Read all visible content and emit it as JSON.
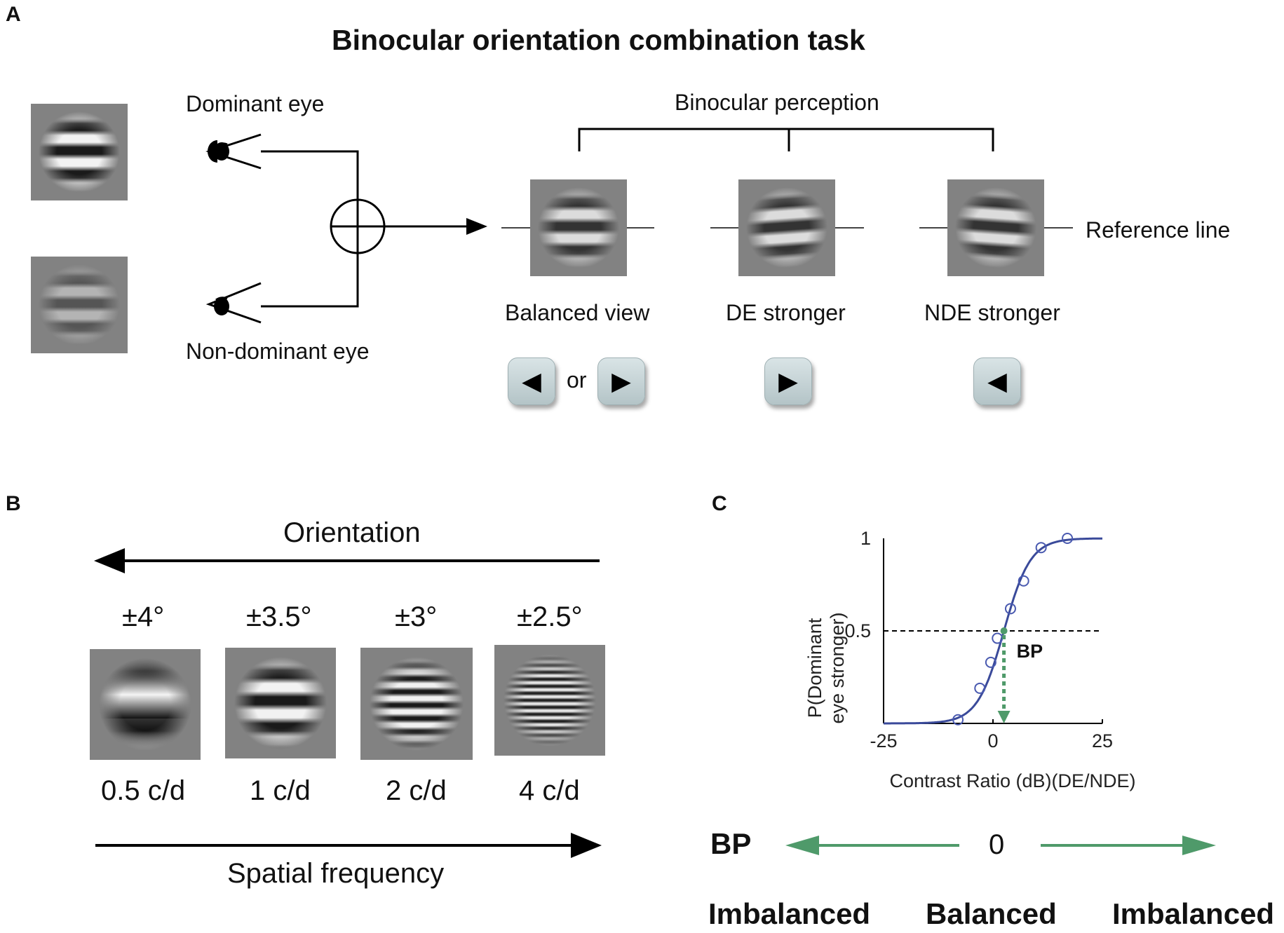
{
  "panelA": {
    "letter": "A",
    "title": "Binocular orientation combination task",
    "dominant_eye": "Dominant eye",
    "nondominant_eye": "Non-dominant eye",
    "binocular_perception": "Binocular perception",
    "reference_line": "Reference line",
    "percepts": [
      {
        "label": "Balanced view",
        "keys": [
          "◀",
          "▶"
        ]
      },
      {
        "label": "DE stronger",
        "keys": [
          "▶"
        ]
      },
      {
        "label": "NDE stronger",
        "keys": [
          "◀"
        ]
      }
    ],
    "or_text": "or"
  },
  "panelB": {
    "letter": "B",
    "orientation_label": "Orientation",
    "spatial_frequency_label": "Spatial frequency",
    "conditions": [
      {
        "orientation": "±4°",
        "frequency": "0.5 c/d"
      },
      {
        "orientation": "±3.5°",
        "frequency": "1 c/d"
      },
      {
        "orientation": "±3°",
        "frequency": "2 c/d"
      },
      {
        "orientation": "±2.5°",
        "frequency": "4 c/d"
      }
    ]
  },
  "panelC": {
    "letter": "C",
    "bp_label": "BP",
    "zero_label": "0",
    "imbalanced_left": "Imbalanced",
    "balanced": "Balanced",
    "imbalanced_right": "Imbalanced",
    "arrow_color": "#4f9a6a"
  },
  "chart_data": {
    "type": "scatter",
    "title": "",
    "xlabel": "Contrast Ratio (dB)(DE/NDE)",
    "ylabel_line1": "P(Dominant",
    "ylabel_line2": "eye stronger)",
    "xlim": [
      -25,
      25
    ],
    "ylim": [
      0,
      1
    ],
    "x_ticks": [
      -25,
      0,
      25
    ],
    "x_tick_labels": [
      "-25",
      "0",
      "25"
    ],
    "y_ticks": [
      0.5,
      1
    ],
    "y_tick_labels": [
      "0.5",
      "1"
    ],
    "points": [
      {
        "x": -8,
        "y": 0.02
      },
      {
        "x": -3,
        "y": 0.19
      },
      {
        "x": -0.5,
        "y": 0.33
      },
      {
        "x": 1,
        "y": 0.46
      },
      {
        "x": 4,
        "y": 0.62
      },
      {
        "x": 7,
        "y": 0.77
      },
      {
        "x": 11,
        "y": 0.95
      },
      {
        "x": 17,
        "y": 1.0
      }
    ],
    "fit": {
      "midpoint": 2.5,
      "slope": 0.33
    },
    "bp_value": 2.5,
    "bp_label": "BP",
    "reference_level": 0.5,
    "colors": {
      "fit_line": "#3a4a9a",
      "points": "#4a5ab0",
      "bp_marker": "#4f9a6a"
    }
  }
}
